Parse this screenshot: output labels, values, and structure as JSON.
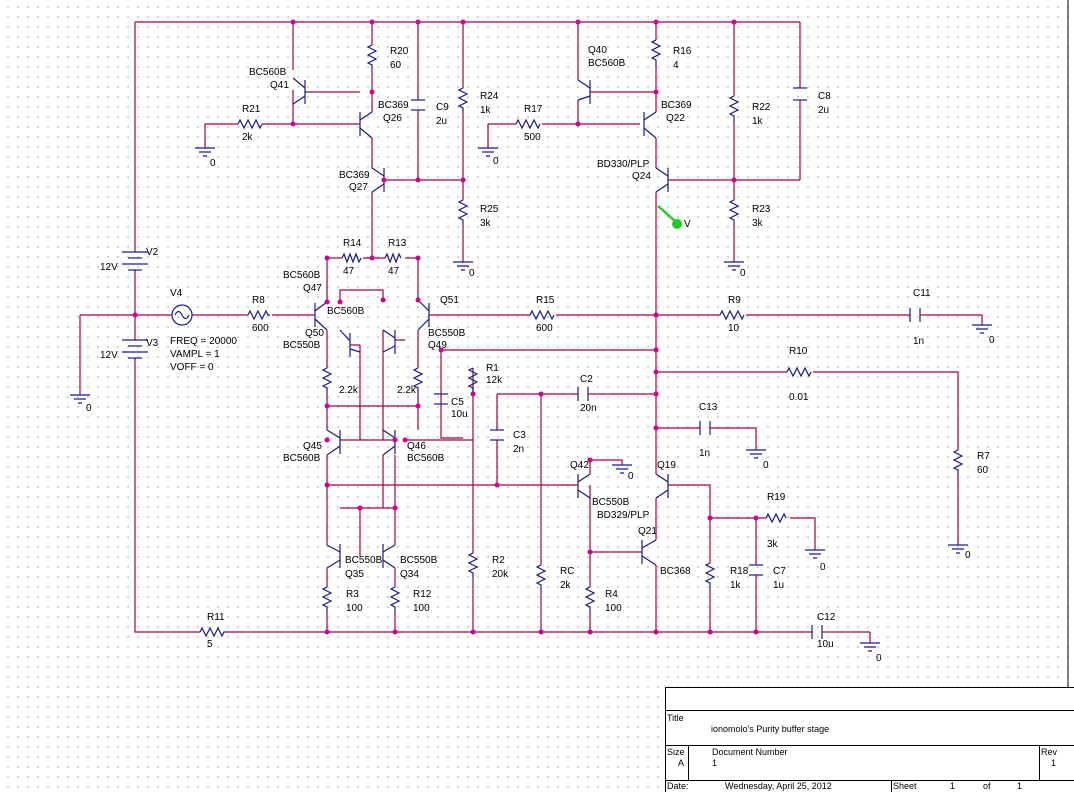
{
  "title_block": {
    "title_label": "Title",
    "title_value": "ionomolo's Purity buffer stage",
    "size_label": "Size",
    "size_value": "A",
    "doc_label": "Document Number",
    "doc_value": "1",
    "rev_label": "Rev",
    "rev_value": "1",
    "date_label": "Date:",
    "date_value": "Wednesday, April 25, 2012",
    "sheet_label": "Sheet",
    "sheet_num": "1",
    "of_label": "of",
    "sheet_total": "1"
  },
  "parts": {
    "v2": {
      "name": "V2",
      "value": "12V"
    },
    "v3": {
      "name": "V3",
      "value": "12V"
    },
    "v4": {
      "name": "V4",
      "freq": "FREQ = 20000",
      "vampl": "VAMPL = 1",
      "voff": "VOFF = 0"
    },
    "r20": {
      "name": "R20",
      "value": "60"
    },
    "r21": {
      "name": "R21",
      "value": "2k"
    },
    "r24": {
      "name": "R24",
      "value": "1k"
    },
    "r25": {
      "name": "R25",
      "value": "3k"
    },
    "r14": {
      "name": "R14",
      "value": "47"
    },
    "r13": {
      "name": "R13",
      "value": "47"
    },
    "r8": {
      "name": "R8",
      "value": "600"
    },
    "r15": {
      "name": "R15",
      "value": "600"
    },
    "r9": {
      "name": "R9",
      "value": "10"
    },
    "r10": {
      "name": "R10",
      "value": "0.01"
    },
    "r7": {
      "name": "R7",
      "value": "60"
    },
    "r16": {
      "name": "R16",
      "value": "4"
    },
    "r17": {
      "name": "R17",
      "value": "500"
    },
    "r22": {
      "name": "R22",
      "value": "1k"
    },
    "r23": {
      "name": "R23",
      "value": "3k"
    },
    "r1": {
      "name": "R1",
      "value": "12k"
    },
    "r2": {
      "name": "R2",
      "value": "20k"
    },
    "rc": {
      "name": "RC",
      "value": "2k"
    },
    "r4": {
      "name": "R4",
      "value": "100"
    },
    "r18": {
      "name": "R18",
      "value": "1k"
    },
    "r19": {
      "name": "R19",
      "value": "3k"
    },
    "r3": {
      "name": "R3",
      "value": "100"
    },
    "r12": {
      "name": "R12",
      "value": "100"
    },
    "r11": {
      "name": "R11",
      "value": "5"
    },
    "r_e1": {
      "value": "2.2k"
    },
    "r_e2": {
      "value": "2.2k"
    },
    "c9": {
      "name": "C9",
      "value": "2u"
    },
    "c8": {
      "name": "C8",
      "value": "2u"
    },
    "c11": {
      "name": "C11",
      "value": "1n"
    },
    "c5": {
      "name": "C5",
      "value": "10u"
    },
    "c2": {
      "name": "C2",
      "value": "20n"
    },
    "c3": {
      "name": "C3",
      "value": "2n"
    },
    "c13": {
      "name": "C13",
      "value": "1n"
    },
    "c7": {
      "name": "C7",
      "value": "1u"
    },
    "c12": {
      "name": "C12",
      "value": "10u"
    },
    "q41": {
      "name": "Q41",
      "model": "BC560B"
    },
    "q26": {
      "name": "Q26",
      "model": "BC369"
    },
    "q27": {
      "name": "Q27",
      "model": "BC369"
    },
    "q40": {
      "name": "Q40",
      "model": "BC560B"
    },
    "q22": {
      "name": "Q22",
      "model": "BC369"
    },
    "q24": {
      "name": "Q24",
      "model": "BD330/PLP"
    },
    "q47": {
      "name": "Q47",
      "model": "BC560B"
    },
    "q50": {
      "name": "Q50",
      "model": "BC550B"
    },
    "q50_top": {
      "model": "BC560B"
    },
    "q51": {
      "name": "Q51"
    },
    "q49": {
      "name": "Q49",
      "model": "BC550B"
    },
    "q45": {
      "name": "Q45",
      "model": "BC560B"
    },
    "q46": {
      "name": "Q46",
      "model": "BC560B"
    },
    "q35": {
      "name": "Q35",
      "model": "BC550B"
    },
    "q34": {
      "name": "Q34",
      "model": "BC550B"
    },
    "q42": {
      "name": "Q42",
      "model": "BC550B"
    },
    "q19": {
      "name": "Q19",
      "model": "BD329/PLP"
    },
    "q21": {
      "name": "Q21",
      "model": "BC368"
    },
    "gnd": "0",
    "probe": "V"
  },
  "colors": {
    "wire": "#a0004c",
    "part": "#1a1a8c",
    "junction": "#d40090",
    "probe": "#22cc22"
  }
}
